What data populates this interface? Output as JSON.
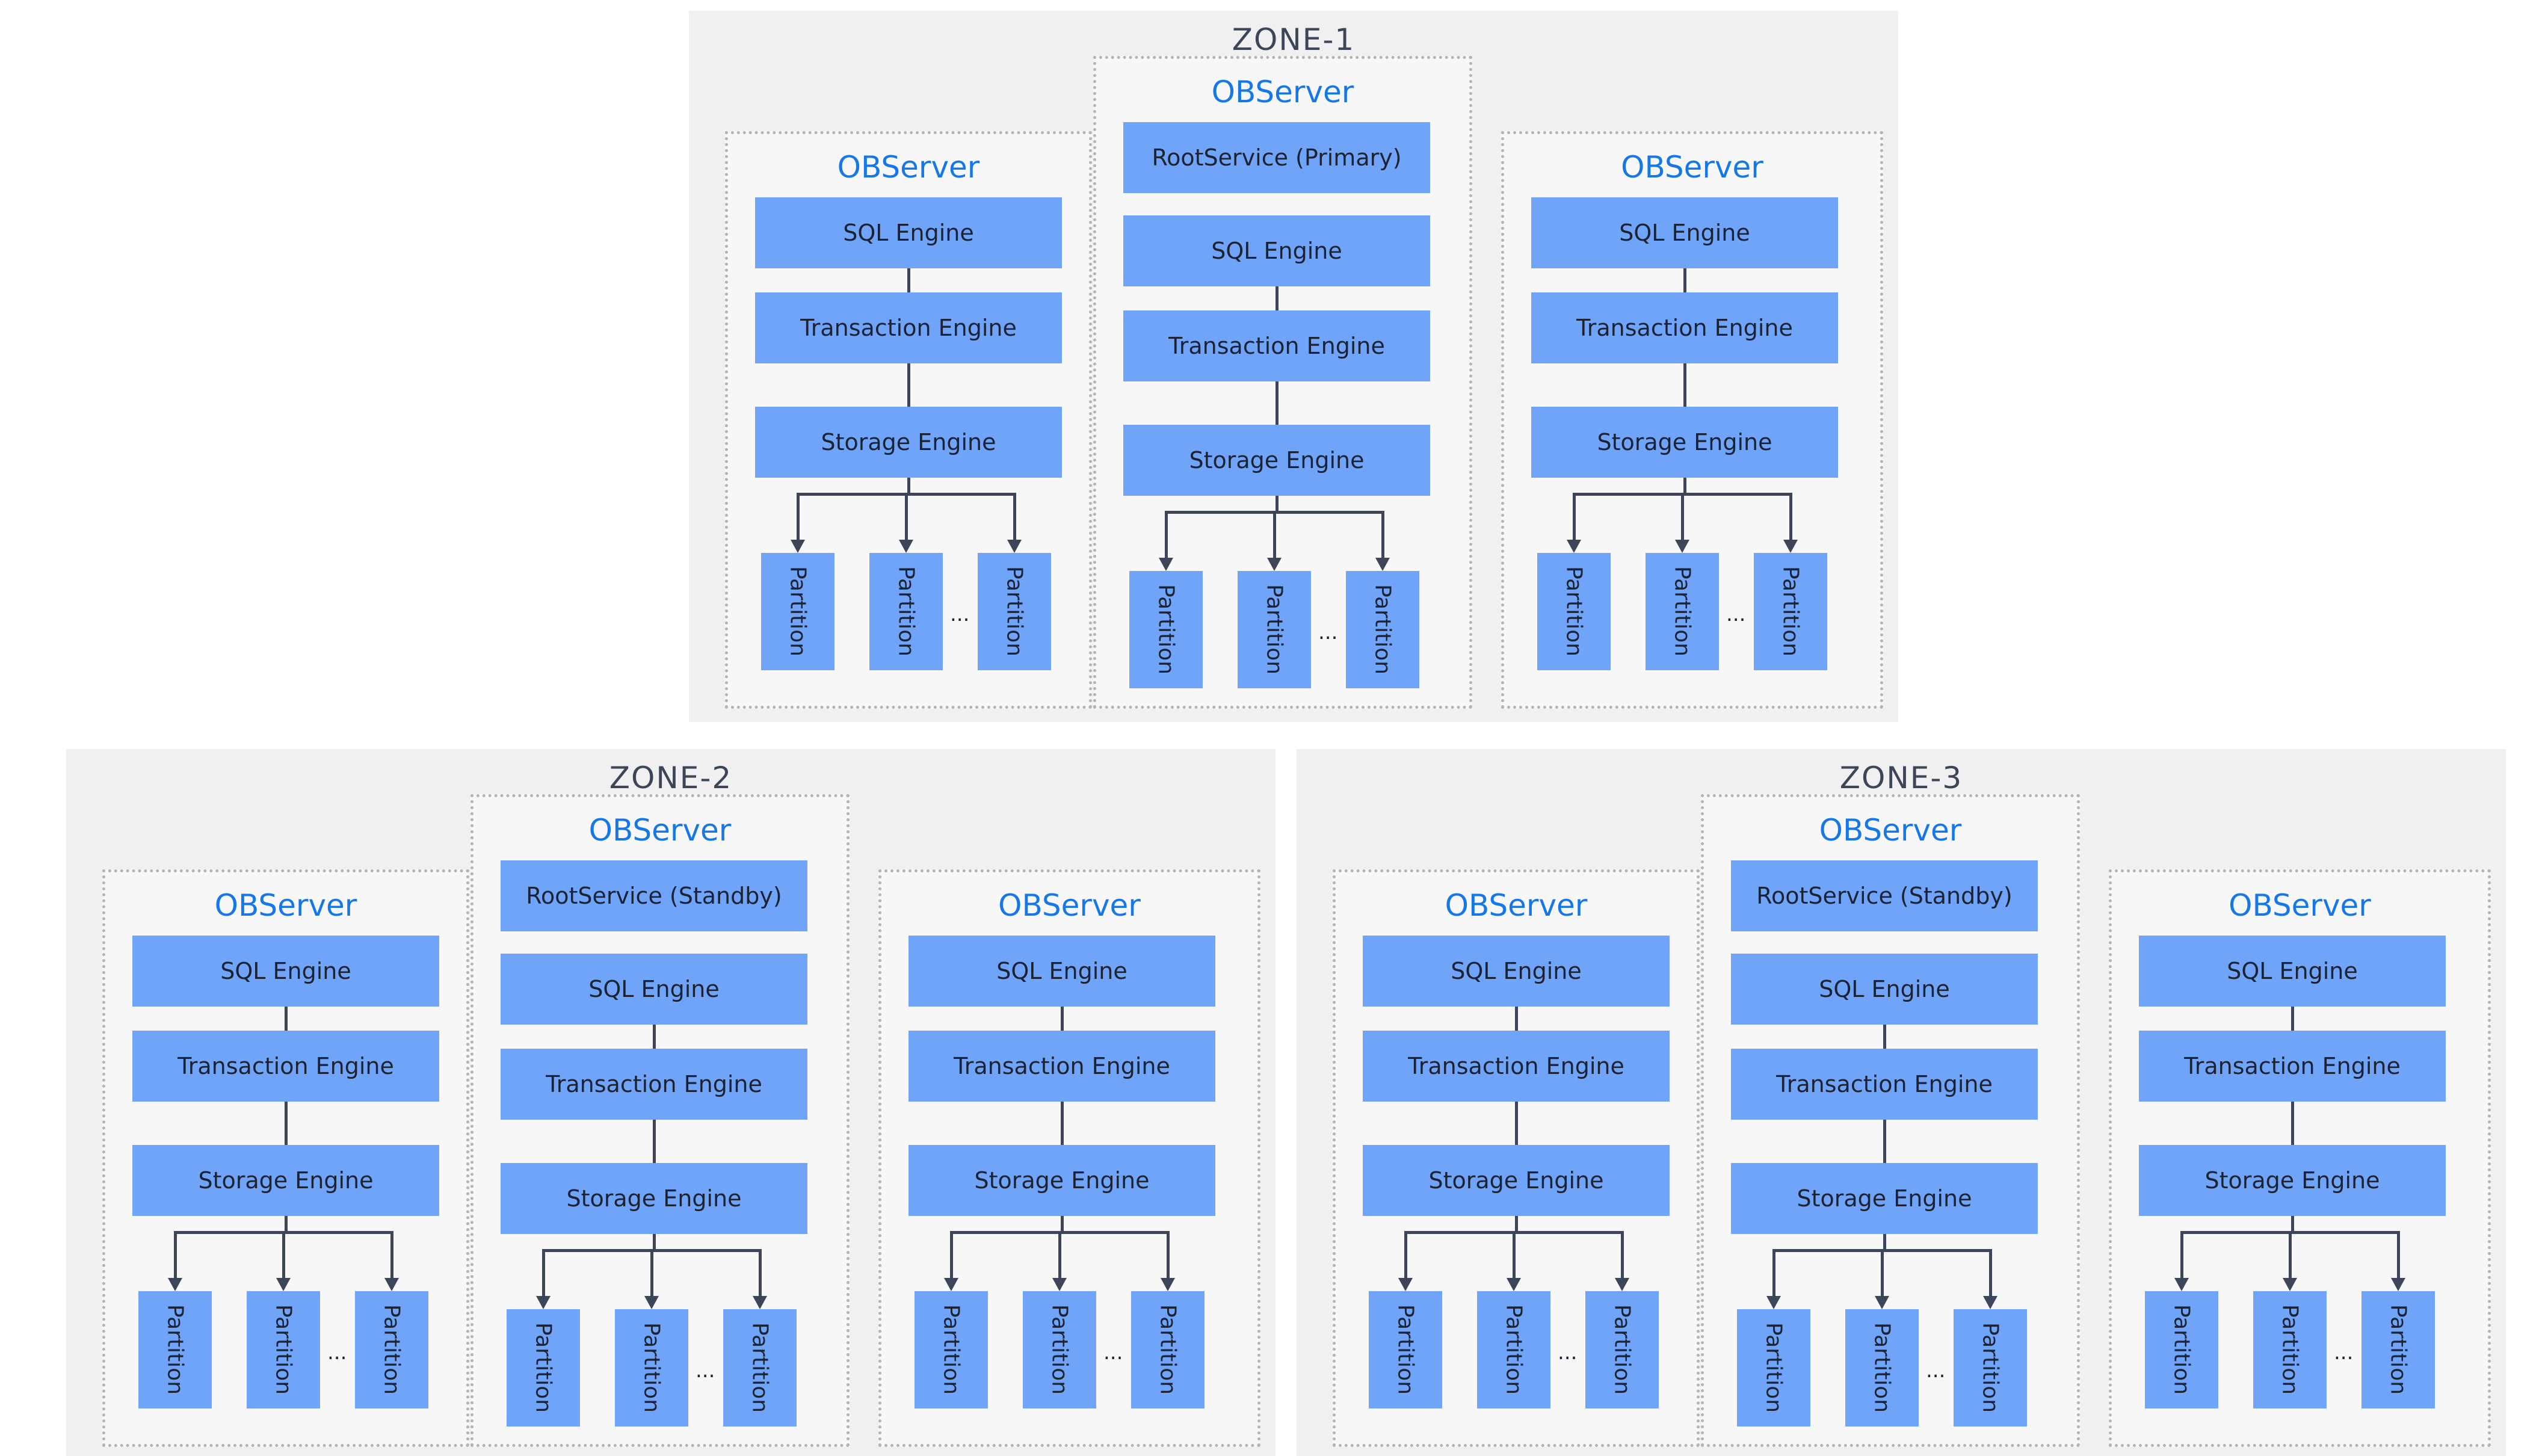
{
  "zones": [
    {
      "title": "ZONE-1",
      "servers": [
        {
          "title": "OBServer",
          "root_service": null,
          "sql": "SQL Engine",
          "tx": "Transaction Engine",
          "storage": "Storage Engine",
          "partitions": [
            "Partition",
            "Partition",
            "Partition"
          ],
          "ellipsis": "..."
        },
        {
          "title": "OBServer",
          "root_service": "RootService (Primary)",
          "sql": "SQL Engine",
          "tx": "Transaction Engine",
          "storage": "Storage Engine",
          "partitions": [
            "Partition",
            "Partition",
            "Partition"
          ],
          "ellipsis": "..."
        },
        {
          "title": "OBServer",
          "root_service": null,
          "sql": "SQL Engine",
          "tx": "Transaction Engine",
          "storage": "Storage Engine",
          "partitions": [
            "Partition",
            "Partition",
            "Partition"
          ],
          "ellipsis": "..."
        }
      ]
    },
    {
      "title": "ZONE-2",
      "servers": [
        {
          "title": "OBServer",
          "root_service": null,
          "sql": "SQL Engine",
          "tx": "Transaction Engine",
          "storage": "Storage Engine",
          "partitions": [
            "Partition",
            "Partition",
            "Partition"
          ],
          "ellipsis": "..."
        },
        {
          "title": "OBServer",
          "root_service": "RootService (Standby)",
          "sql": "SQL Engine",
          "tx": "Transaction Engine",
          "storage": "Storage Engine",
          "partitions": [
            "Partition",
            "Partition",
            "Partition"
          ],
          "ellipsis": "..."
        },
        {
          "title": "OBServer",
          "root_service": null,
          "sql": "SQL Engine",
          "tx": "Transaction Engine",
          "storage": "Storage Engine",
          "partitions": [
            "Partition",
            "Partition",
            "Partition"
          ],
          "ellipsis": "..."
        }
      ]
    },
    {
      "title": "ZONE-3",
      "servers": [
        {
          "title": "OBServer",
          "root_service": null,
          "sql": "SQL Engine",
          "tx": "Transaction Engine",
          "storage": "Storage Engine",
          "partitions": [
            "Partition",
            "Partition",
            "Partition"
          ],
          "ellipsis": "..."
        },
        {
          "title": "OBServer",
          "root_service": "RootService (Standby)",
          "sql": "SQL Engine",
          "tx": "Transaction Engine",
          "storage": "Storage Engine",
          "partitions": [
            "Partition",
            "Partition",
            "Partition"
          ],
          "ellipsis": "..."
        },
        {
          "title": "OBServer",
          "root_service": null,
          "sql": "SQL Engine",
          "tx": "Transaction Engine",
          "storage": "Storage Engine",
          "partitions": [
            "Partition",
            "Partition",
            "Partition"
          ],
          "ellipsis": "..."
        }
      ]
    }
  ],
  "colors": {
    "zone_bg": "#f0f0f0",
    "server_bg": "#f7f7f7",
    "box_fill": "#6fa4f8",
    "title_blue": "#1677e6",
    "connector": "#3c4658"
  }
}
